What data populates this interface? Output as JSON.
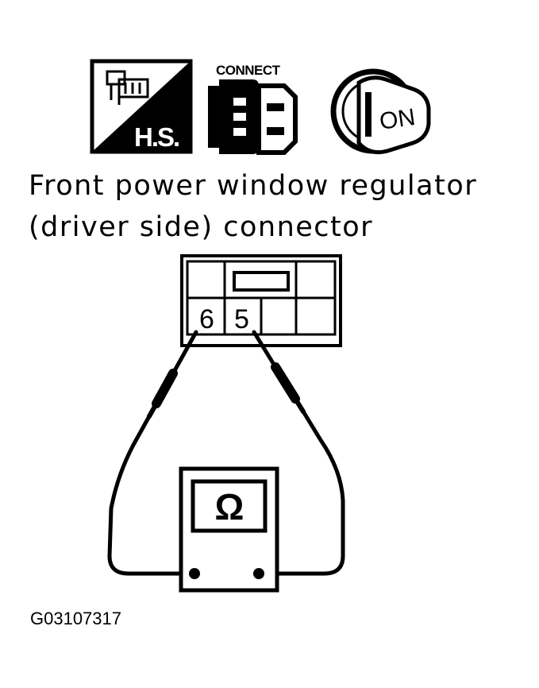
{
  "icons": {
    "harness_icon": {
      "name": "harness-side-icon",
      "label": "H.S."
    },
    "connect_icon": {
      "name": "connect-plug-icon",
      "label": "CONNECT"
    },
    "ignition_icon": {
      "name": "ignition-key-on-icon",
      "label": "ON"
    }
  },
  "caption": {
    "line1": "Front power window regulator",
    "line2": "(driver side) connector"
  },
  "connector": {
    "terminal_left": "6",
    "terminal_right": "5"
  },
  "meter": {
    "symbol": "Ω",
    "icon": "ohmmeter-icon"
  },
  "figure_id": "G03107317",
  "colors": {
    "ink": "#000000",
    "paper": "#ffffff"
  }
}
